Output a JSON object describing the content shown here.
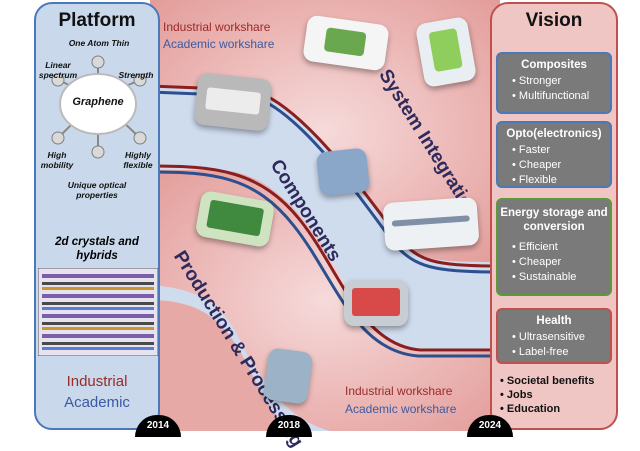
{
  "platform": {
    "title": "Platform",
    "graphene_center": "Graphene",
    "properties": {
      "top": "One Atom Thin",
      "left_top": "Linear spectrum",
      "right_top": "Strength",
      "left_bottom": "High mobility",
      "right_bottom": "Highly flexible",
      "bottom": "Unique optical properties"
    },
    "subtitle": "2d crystals and hybrids",
    "footer_industrial": "Industrial",
    "footer_academic": "Academic"
  },
  "vision": {
    "title": "Vision",
    "boxes": [
      {
        "heading": "Composites",
        "items": [
          "Stronger",
          "Multifunctional"
        ],
        "border": "#4a78b8"
      },
      {
        "heading": "Opto(electronics)",
        "items": [
          "Faster",
          "Cheaper",
          "Flexible"
        ],
        "border": "#4a78b8"
      },
      {
        "heading": "Energy storage and conversion",
        "items": [
          "Efficient",
          "Cheaper",
          "Sustainable"
        ],
        "border": "#5a9a3a"
      },
      {
        "heading": "Health",
        "items": [
          "Ultrasensitive",
          "Label-free"
        ],
        "border": "#c0504d"
      }
    ],
    "benefits": [
      "Societal benefits",
      "Jobs",
      "Education"
    ]
  },
  "stages": {
    "system_integration": "System Integration",
    "components": "Components",
    "production_processing": "Production & Processing"
  },
  "workshare_top": {
    "industrial": "Industrial workshare",
    "academic": "Academic workshare"
  },
  "workshare_bottom": {
    "industrial": "Industrial workshare",
    "academic": "Academic workshare"
  },
  "timeline": [
    "2014",
    "2018",
    "2024"
  ],
  "colors": {
    "industrial": "#c0504d",
    "academic": "#4a78b8",
    "band_red": "#e5a3a0",
    "band_blue": "#b8cbe4"
  }
}
